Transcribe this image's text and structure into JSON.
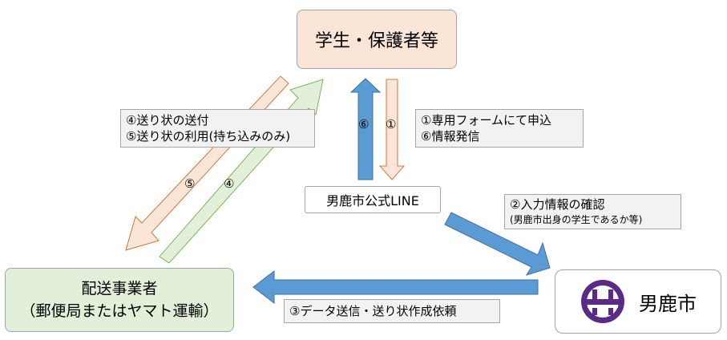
{
  "nodes": {
    "students": "学生・保護者等",
    "delivery_line1": "配送事業者",
    "delivery_line2": "（郵便局またはヤマト運輸）",
    "city": "男鹿市",
    "line": "男鹿市公式LINE"
  },
  "labels": {
    "left_line1": "④送り状の送付",
    "left_line2": "⑤送り状の利用(持ち込みのみ)",
    "right_line1": "①専用フォームにて申込",
    "right_line2": "⑥情報発信",
    "check_line1": "②入力情報の確認",
    "check_line2": "(男鹿市出身の学生であるか等)",
    "bottom": "③データ送信・送り状作成依頼"
  },
  "arrow_numbers": {
    "up": "⑥",
    "down": "①",
    "diag5": "⑤",
    "diag4": "④"
  },
  "colors": {
    "blue_arrow": "#5b9bd5",
    "orange_arrow": "#fbe5d6",
    "green_arrow": "#e2f0d9",
    "logo_purple": "#5b2a86"
  }
}
